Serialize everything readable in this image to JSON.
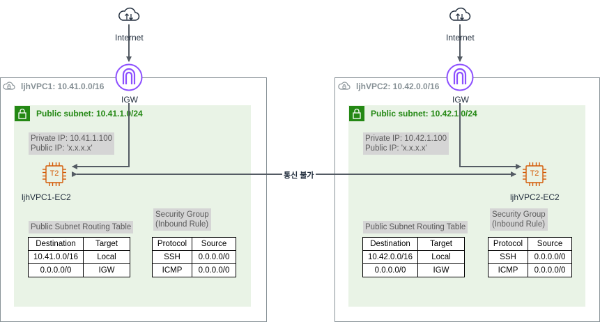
{
  "internet_label": "Internet",
  "igw_label": "IGW",
  "instance_chip": "T2",
  "link_label": "통신 불가",
  "vpcs": [
    {
      "title": "ljhVPC1: 10.41.0.0/16",
      "subnet_title": "Public subnet: 10.41.1.0/24",
      "private_ip": "Private IP: 10.41.1.100",
      "public_ip": "Public IP: 'x.x.x.x'",
      "ec2_name": "ljhVPC1-EC2",
      "routing_table_title": "Public Subnet Routing Table",
      "routing_table": {
        "headers": [
          "Destination",
          "Target"
        ],
        "rows": [
          [
            "10.41.0.0/16",
            "Local"
          ],
          [
            "0.0.0.0/0",
            "IGW"
          ]
        ]
      },
      "sg_title_1": "Security Group",
      "sg_title_2": "(Inbound Rule)",
      "security_group": {
        "headers": [
          "Protocol",
          "Source"
        ],
        "rows": [
          [
            "SSH",
            "0.0.0.0/0"
          ],
          [
            "ICMP",
            "0.0.0.0/0"
          ]
        ]
      }
    },
    {
      "title": "ljhVPC2: 10.42.0.0/16",
      "subnet_title": "Public subnet: 10.42.1.0/24",
      "private_ip": "Private IP: 10.42.1.100",
      "public_ip": "Public IP: 'x.x.x.x'",
      "ec2_name": "ljhVPC2-EC2",
      "routing_table_title": "Public Subnet Routing Table",
      "routing_table": {
        "headers": [
          "Destination",
          "Target"
        ],
        "rows": [
          [
            "10.42.0.0/16",
            "Local"
          ],
          [
            "0.0.0.0/0",
            "IGW"
          ]
        ]
      },
      "sg_title_1": "Security Group",
      "sg_title_2": "(Inbound Rule)",
      "security_group": {
        "headers": [
          "Protocol",
          "Source"
        ],
        "rows": [
          [
            "SSH",
            "0.0.0.0/0"
          ],
          [
            "ICMP",
            "0.0.0.0/0"
          ]
        ]
      }
    }
  ],
  "colors": {
    "vpc_border": "#879196",
    "subnet_fill": "#e9f3e6",
    "subnet_accent": "#248814",
    "igw_purple": "#8c4fff",
    "ec2_orange": "#d45b07",
    "arrow": "#545b64"
  }
}
